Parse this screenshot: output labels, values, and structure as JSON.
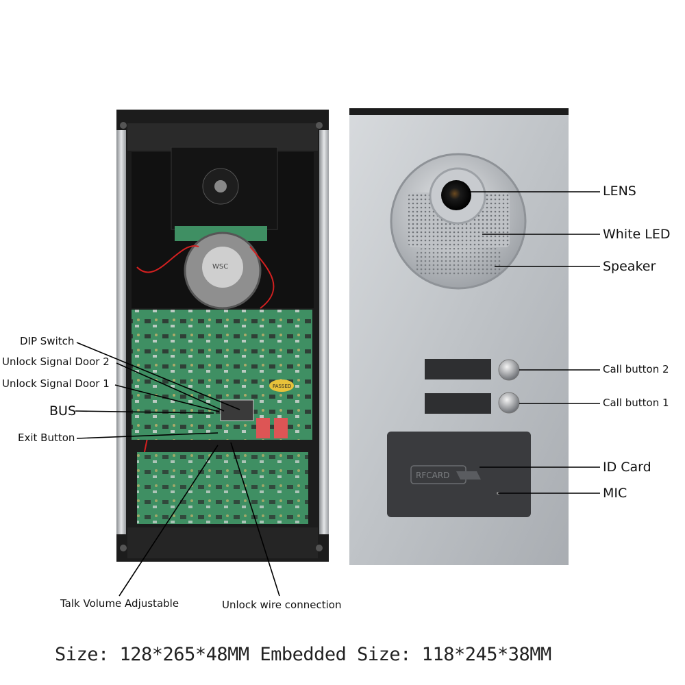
{
  "left_labels": {
    "dip_switch": "DIP Switch",
    "unlock_door2": "Unlock Signal Door 2",
    "unlock_door1": "Unlock Signal Door 1",
    "bus": "BUS",
    "exit_button": "Exit Button",
    "talk_volume": "Talk Volume Adjustable",
    "unlock_wire": "Unlock wire connection"
  },
  "right_labels": {
    "lens": "LENS",
    "white_led": "White LED",
    "speaker": "Speaker",
    "call_button_2": "Call button 2",
    "call_button_1": "Call button 1",
    "id_card": "ID Card",
    "mic": "MIC"
  },
  "device": {
    "rfcard_text": "RFCARD",
    "speaker_marking": "WSC",
    "board_marking": "PASSED"
  },
  "size_caption": "Size: 128*265*48MM Embedded Size: 118*245*38MM",
  "colors": {
    "housing": "#1c1c1c",
    "pcb": "#3f8f63",
    "panel": "#c9ccd0",
    "card_reader": "#3a3b3e",
    "wire": "#d42020"
  }
}
